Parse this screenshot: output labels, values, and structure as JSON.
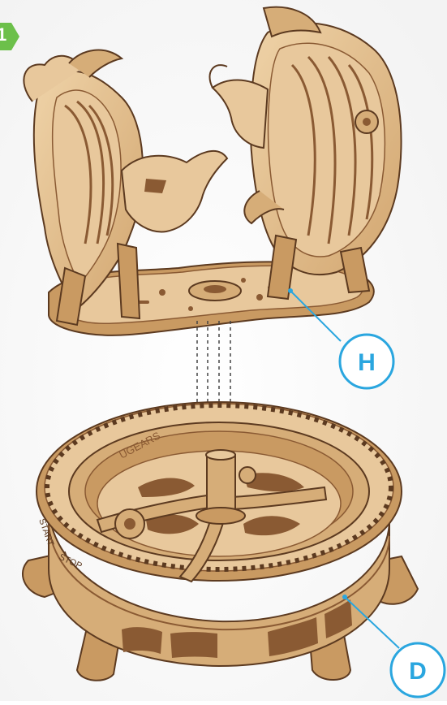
{
  "step": {
    "number": "1",
    "badge_color": "#6cc04a"
  },
  "callouts": [
    {
      "letter": "H",
      "color": "#2aa6df"
    },
    {
      "letter": "D",
      "color": "#2aa6df"
    }
  ],
  "engravings": {
    "brand": "UGEARS",
    "start": "START",
    "stop": "STOP"
  },
  "colors": {
    "wood_light": "#e8c89c",
    "wood_mid": "#d6ad78",
    "wood_dark": "#8a5a33",
    "edge": "#5c3a20"
  }
}
